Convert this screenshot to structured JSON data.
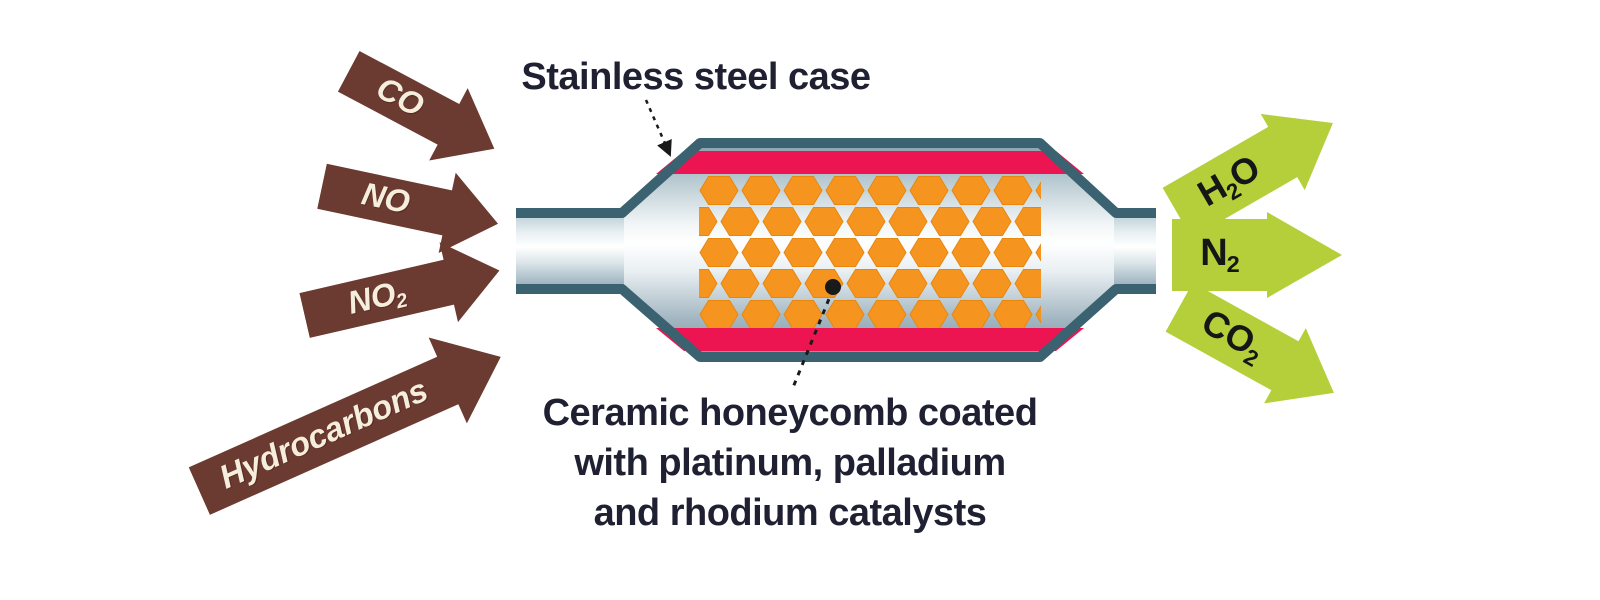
{
  "labels": {
    "stainless_case": "Stainless steel case",
    "ceramic_lines": [
      "Ceramic honeycomb coated",
      "with platinum, palladium",
      "and rhodium catalysts"
    ]
  },
  "arrows_in": [
    {
      "pre": "CO",
      "sub": "",
      "post": ""
    },
    {
      "pre": "NO",
      "sub": "",
      "post": ""
    },
    {
      "pre": "NO",
      "sub": "2",
      "post": ""
    },
    {
      "pre": "Hydrocarbons",
      "sub": "",
      "post": ""
    }
  ],
  "arrows_out": [
    {
      "pre": "H",
      "sub": "2",
      "post": "O"
    },
    {
      "pre": "N",
      "sub": "2",
      "post": ""
    },
    {
      "pre": "CO",
      "sub": "2",
      "post": ""
    }
  ],
  "colors": {
    "input_arrow": "#6b3a30",
    "input_arrow_text": "#f6eedd",
    "output_arrow": "#b5cf3a",
    "output_arrow_text": "#161616",
    "steel_case": "#3a6270",
    "insulation_band": "#ed1551",
    "honeycomb_cell": "#f5941f",
    "annotation_text": "#1f2133"
  }
}
